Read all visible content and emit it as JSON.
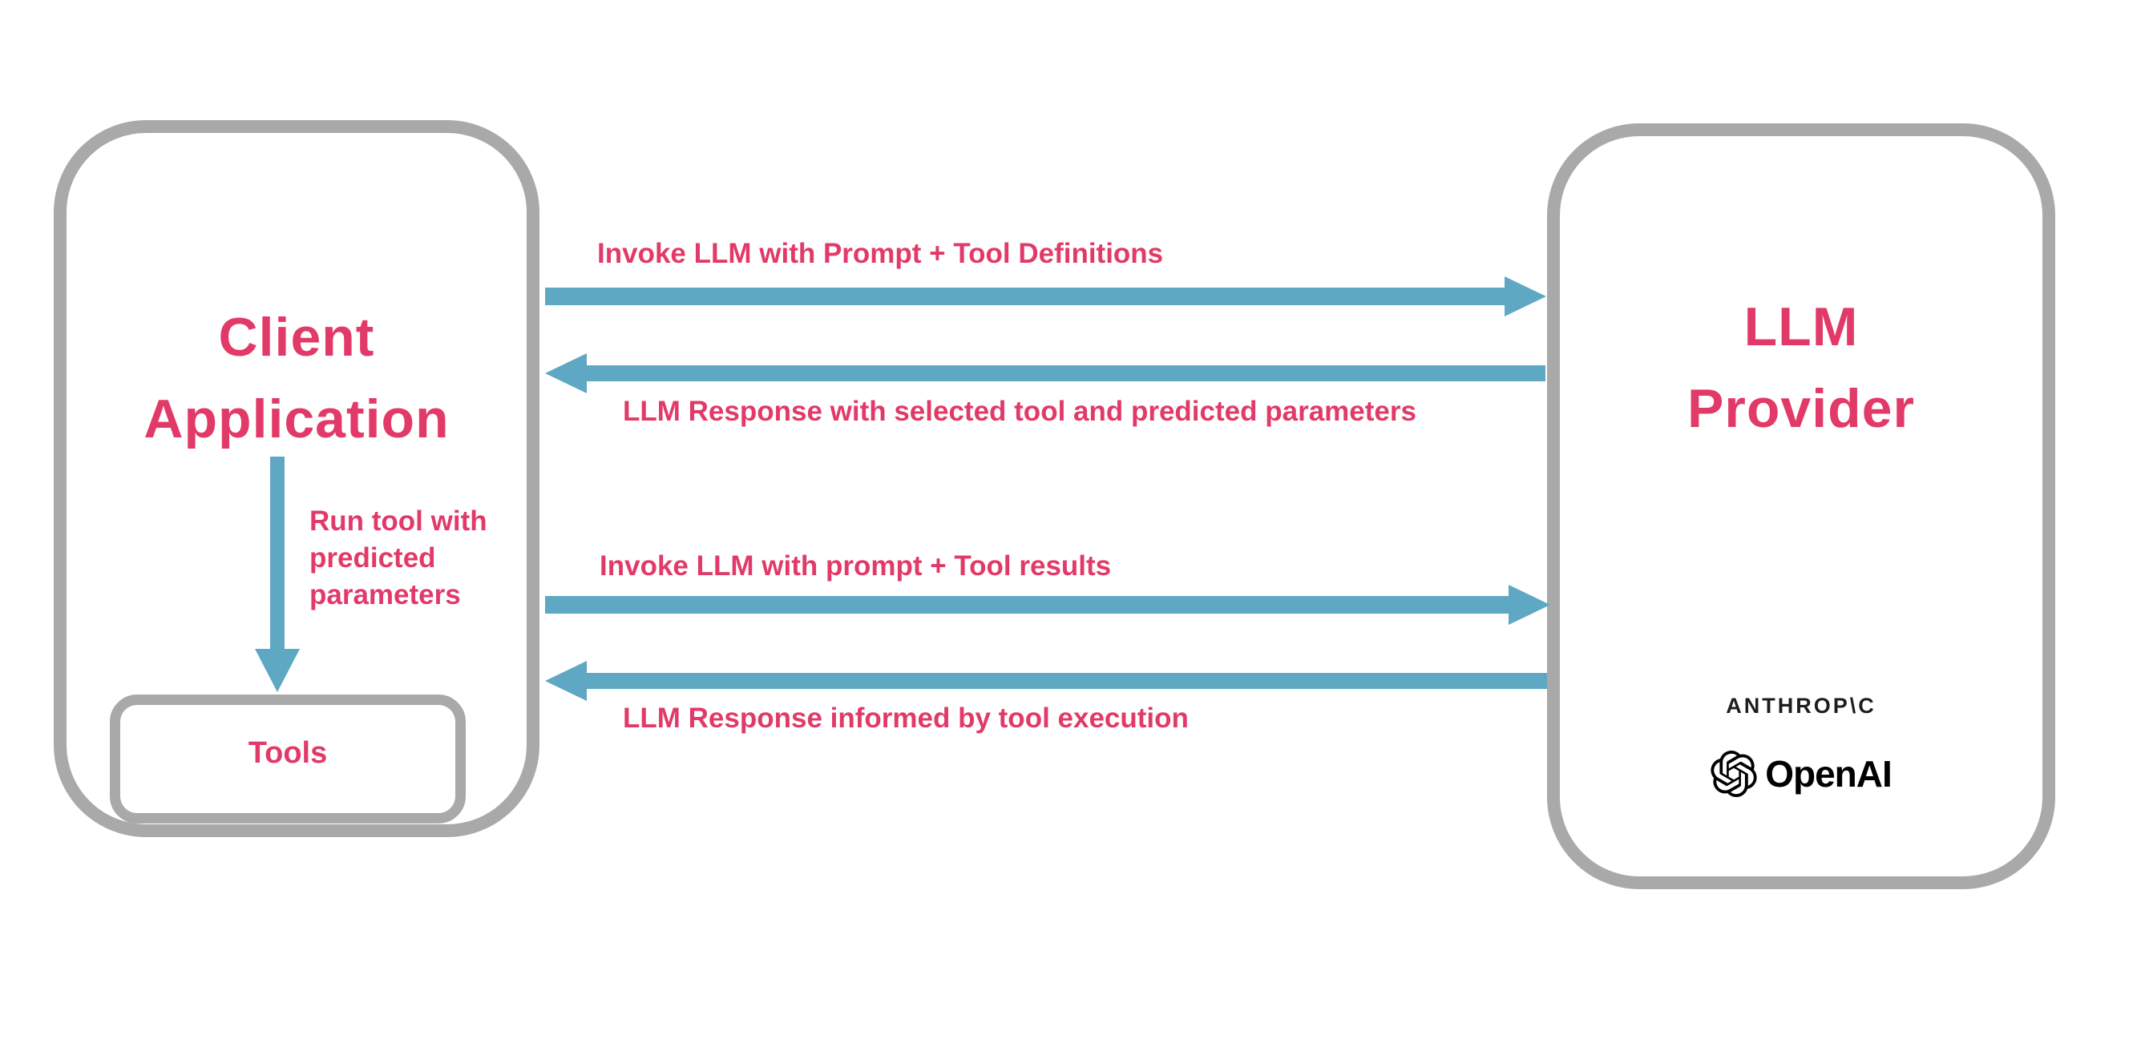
{
  "colors": {
    "accent_pink": "#E23A68",
    "arrow_blue": "#5FA8C4",
    "border_gray": "#A9A9A9",
    "logo_black": "#1D1D1B"
  },
  "client_box": {
    "title_line1": "Client",
    "title_line2": "Application",
    "internal_flow_label": "Run tool with predicted parameters",
    "tools_label": "Tools"
  },
  "provider_box": {
    "title_line1": "LLM",
    "title_line2": "Provider",
    "providers": [
      {
        "name": "Anthropic",
        "logo_text": "ANTHROP\\C"
      },
      {
        "name": "OpenAI",
        "logo_text": "OpenAI"
      }
    ]
  },
  "flows": [
    {
      "label": "Invoke LLM with Prompt + Tool Definitions",
      "direction": "right",
      "from": "Client Application",
      "to": "LLM Provider"
    },
    {
      "label": "LLM Response with selected tool and predicted parameters",
      "direction": "left",
      "from": "LLM Provider",
      "to": "Client Application"
    },
    {
      "label": "Invoke LLM with prompt + Tool results",
      "direction": "right",
      "from": "Client Application",
      "to": "LLM Provider"
    },
    {
      "label": "LLM Response informed by tool execution",
      "direction": "left",
      "from": "LLM Provider",
      "to": "Client Application"
    }
  ]
}
